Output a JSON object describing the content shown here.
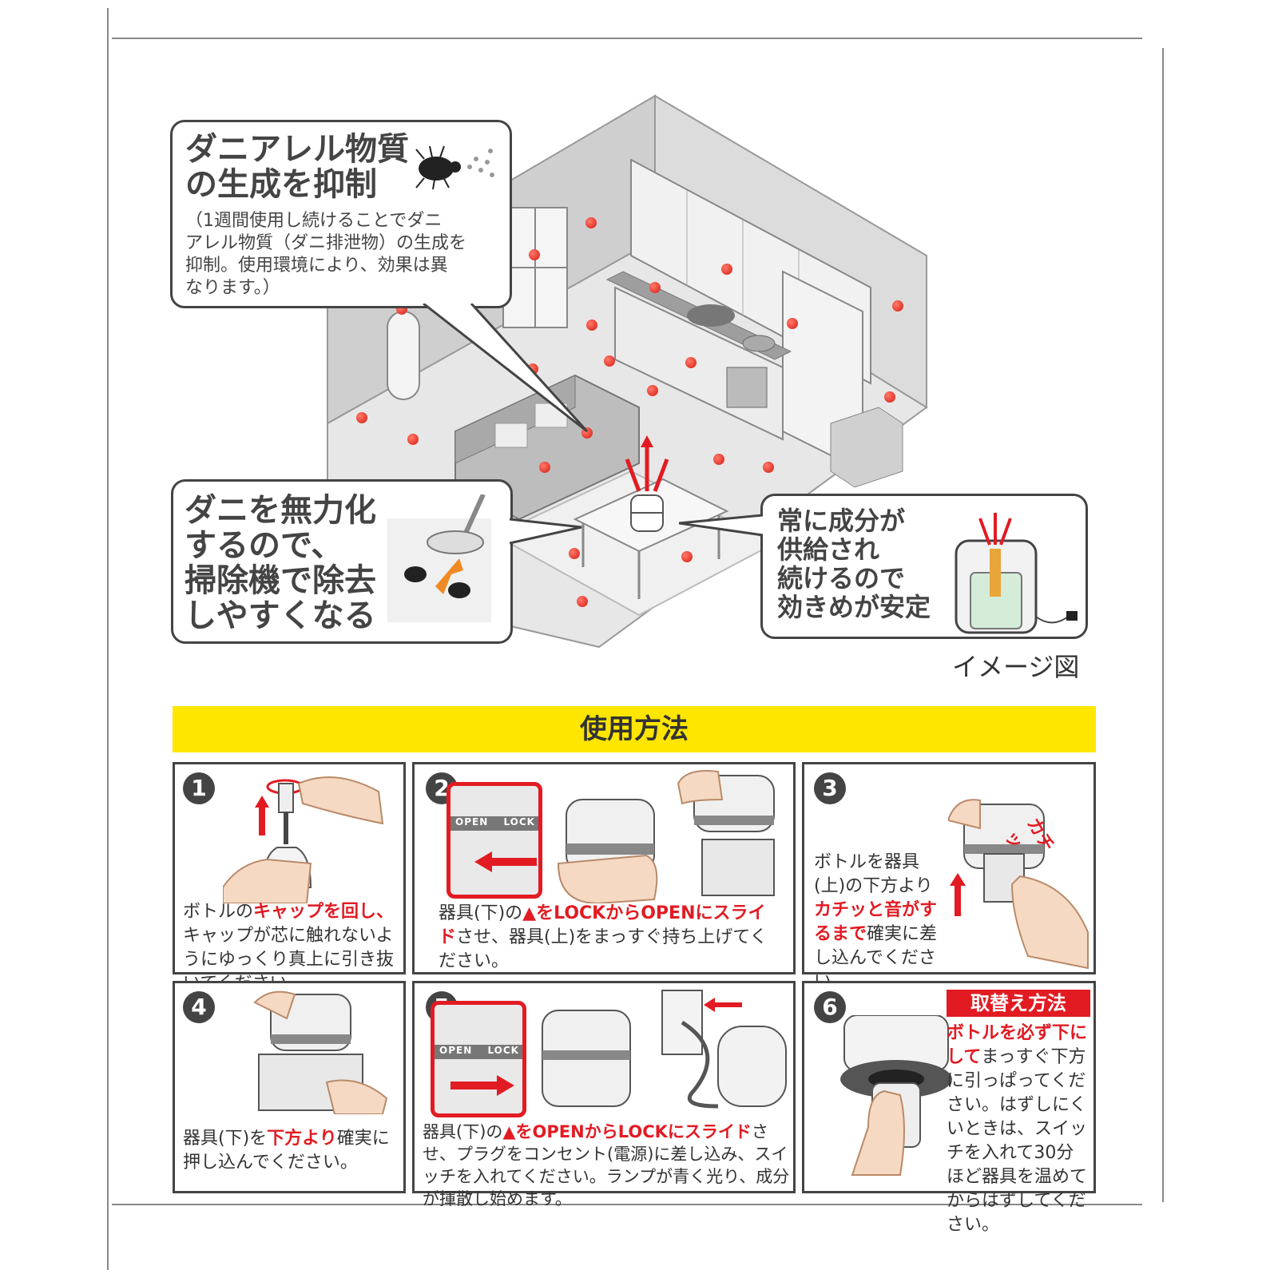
{
  "callouts": {
    "allergen": {
      "title_line1": "ダニアレル物質",
      "title_line2": "の生成を抑制",
      "note_lines": [
        "（1週間使用し続けることでダニ",
        "アレル物質（ダニ排泄物）の生成を",
        "抑制。使用環境により、効果は異",
        "なります。）"
      ]
    },
    "vacuum": {
      "lines": [
        "ダニを無力化",
        "するので、",
        "掃除機で除去",
        "しやすくなる"
      ]
    },
    "supply": {
      "lines": [
        "常に成分が",
        "供給され",
        "続けるので",
        "効きめが安定"
      ]
    }
  },
  "image_caption": "イメージ図",
  "usage": {
    "title": "使用方法",
    "steps": [
      {
        "num": "1",
        "parts": [
          {
            "t": "ボトルの",
            "r": false
          },
          {
            "t": "キャップを回し、",
            "r": true
          },
          {
            "t": "キャップが芯に触れないようにゆっくり真上に引き抜いてください。",
            "r": false
          }
        ]
      },
      {
        "num": "2",
        "parts": [
          {
            "t": "器具(下)の",
            "r": false
          },
          {
            "t": "▲をLOCKからOPENにスライド",
            "r": true
          },
          {
            "t": "させ、器具(上)をまっすぐ持ち上げてください。",
            "r": false
          }
        ],
        "strip_open": "OPEN",
        "strip_lock": "LOCK"
      },
      {
        "num": "3",
        "parts": [
          {
            "t": "ボトルを器具(上)の下方より",
            "r": false
          },
          {
            "t": "カチッと音がするまで",
            "r": true
          },
          {
            "t": "確実に差し込んでください。",
            "r": false
          }
        ],
        "sound": "カチッ"
      },
      {
        "num": "4",
        "parts": [
          {
            "t": "器具(下)を",
            "r": false
          },
          {
            "t": "下方より",
            "r": true
          },
          {
            "t": "確実に押し込んでください。",
            "r": false
          }
        ]
      },
      {
        "num": "5",
        "parts": [
          {
            "t": "器具(下)の",
            "r": false
          },
          {
            "t": "▲をOPENからLOCKにスライド",
            "r": true
          },
          {
            "t": "させ、プラグをコンセント(電源)に差し込み、スイッチを入れてください。ランプが青く光り、成分が揮散し始めます。",
            "r": false
          }
        ],
        "strip_open": "OPEN",
        "strip_lock": "LOCK"
      },
      {
        "num": "6",
        "label": "取替え方法",
        "parts": [
          {
            "t": "ボトルを必ず下にして",
            "r": true
          },
          {
            "t": "まっすぐ下方に引っぱってください。はずしにくいときは、スイッチを入れて30分ほど器具を温めてからはずしてください。",
            "r": false
          }
        ]
      }
    ]
  },
  "colors": {
    "accent_red": "#e21b23",
    "yellow": "#ffe600",
    "outline": "#444444"
  },
  "icons": [
    "mite-icon",
    "vacuum-icon",
    "diffuser-icon",
    "plug-icon",
    "arrow-up-icon",
    "arrow-left-icon",
    "arrow-right-icon"
  ]
}
